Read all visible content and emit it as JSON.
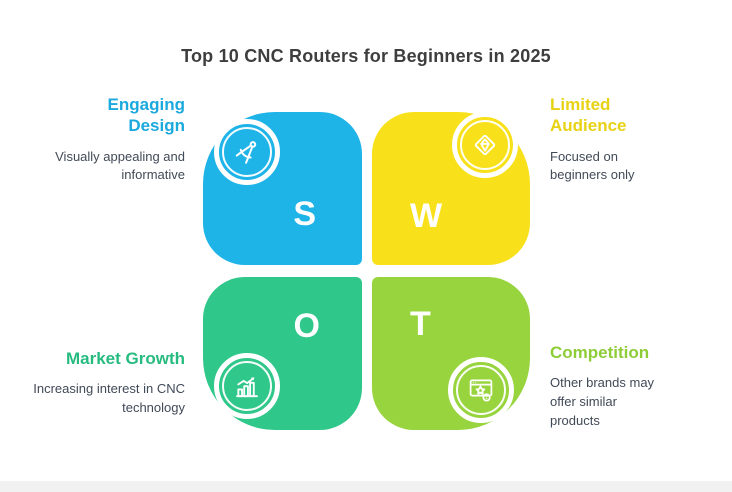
{
  "title": "Top 10 CNC Routers for Beginners in 2025",
  "palette": {
    "background": "#ffffff",
    "title_text": "#3e3e3e",
    "body_text": "#414a57",
    "letter_text": "#ffffff",
    "footer_strip": "#f1f1f1"
  },
  "quadrants": [
    {
      "letter": "S",
      "heading": "Engaging Design",
      "description": "Visually appealing and informative",
      "color": "#1fb4e8",
      "heading_color": "#1ca9dd",
      "icon": "drafting-compass-icon"
    },
    {
      "letter": "W",
      "heading": "Limited Audience",
      "description": "Focused on beginners only",
      "color": "#f8e11b",
      "heading_color": "#e7d214",
      "icon": "gem-icon"
    },
    {
      "letter": "O",
      "heading": "Market Growth",
      "description": "Increasing interest in CNC technology",
      "color": "#30c78a",
      "heading_color": "#27bb80",
      "icon": "growth-chart-icon"
    },
    {
      "letter": "T",
      "heading": "Competition",
      "description": "Other brands may offer similar products",
      "color": "#98d43e",
      "heading_color": "#8ecd38",
      "icon": "podium-ranking-icon"
    }
  ]
}
